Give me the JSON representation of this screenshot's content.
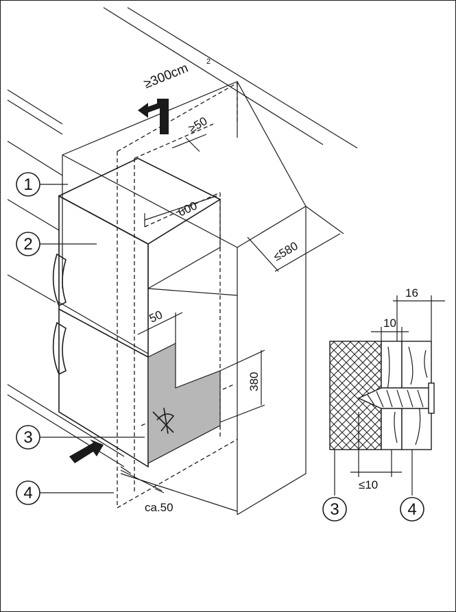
{
  "labels": {
    "ventilation_area": "≥300cm",
    "ventilation_area_exp": "2",
    "top_gap": "≥50",
    "width": "600",
    "depth": "≤580",
    "side_offset": "50",
    "cutout_height": "380",
    "floor_gap": "ca.50",
    "detail_total": "16",
    "detail_screw": "10",
    "detail_max": "≤10"
  },
  "callouts": {
    "c1": "1",
    "c2": "2",
    "c3": "3",
    "c4": "4",
    "d3": "3",
    "d4": "4"
  },
  "colors": {
    "line": "#1a1a1a",
    "shade": "#b7b7b7",
    "background": "#ffffff"
  }
}
